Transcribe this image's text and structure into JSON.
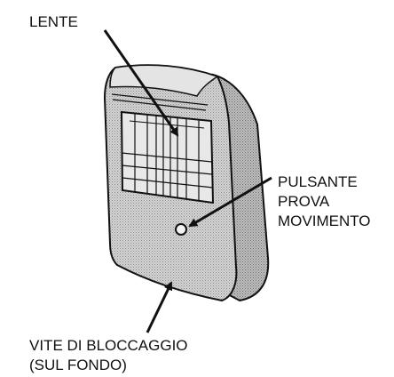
{
  "labels": {
    "lens": "LENTE",
    "test_button": [
      "PULSANTE",
      "PROVA",
      "MOVIMENTO"
    ],
    "locking_screw": [
      "VITE DI BLOCCAGGIO",
      "(SUL FONDO)"
    ]
  },
  "colors": {
    "ink": "#111111",
    "housing_fill": "#cfcfcf",
    "housing_shade": "#b4b4b4",
    "lens_fill": "#e6e6e6",
    "background": "#ffffff"
  }
}
